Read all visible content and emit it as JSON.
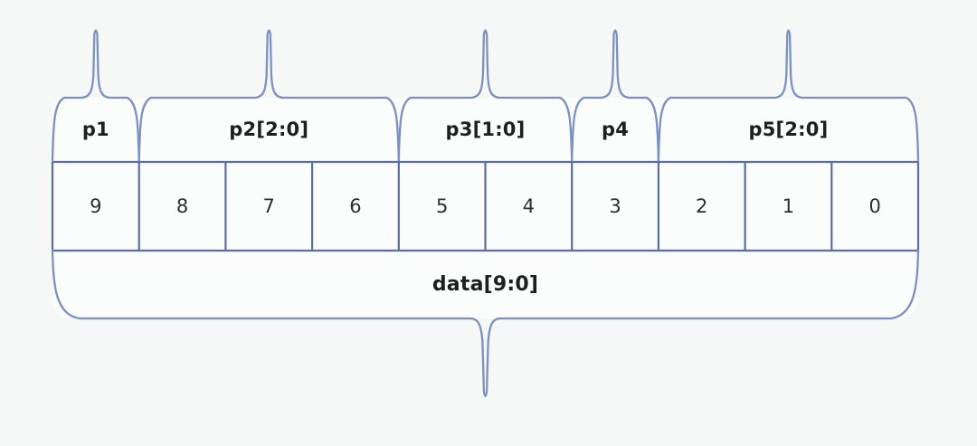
{
  "diagram": {
    "type": "bitfield-bus-map",
    "bit_width": 10
  },
  "fields": [
    {
      "label": "p1",
      "bits": "9"
    },
    {
      "label": "p2[2:0]",
      "bits": "8..6"
    },
    {
      "label": "p3[1:0]",
      "bits": "5..4"
    },
    {
      "label": "p4",
      "bits": "3"
    },
    {
      "label": "p5[2:0]",
      "bits": "2..0"
    }
  ],
  "bits": {
    "values": [
      "9",
      "8",
      "7",
      "6",
      "5",
      "4",
      "3",
      "2",
      "1",
      "0"
    ]
  },
  "bus": {
    "label": "data[9:0]"
  },
  "colors": {
    "background": "#f6f7f7",
    "brace_stroke": "#7b91c1",
    "grid_stroke": "#5b6f9d",
    "label_text": "#1f1f1f",
    "number_text": "#2e2e2e"
  }
}
